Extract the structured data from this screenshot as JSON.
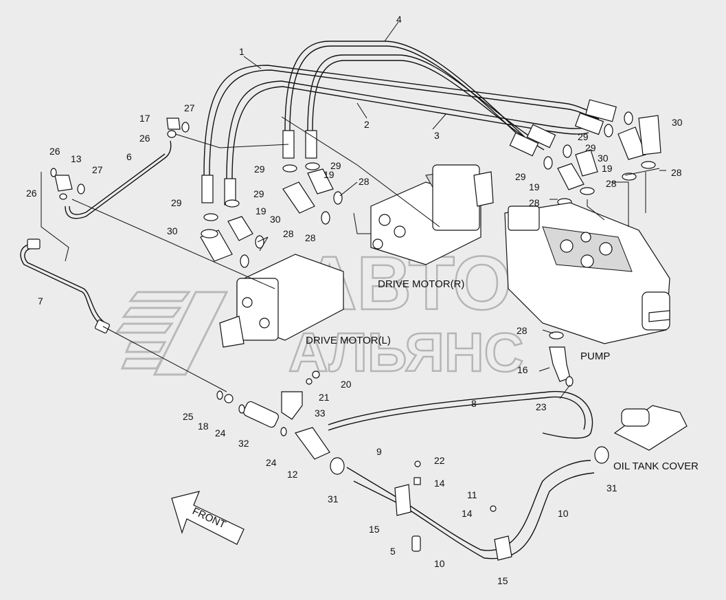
{
  "diagram": {
    "callouts": [
      {
        "id": "c1",
        "text": "1"
      },
      {
        "id": "c2",
        "text": "2"
      },
      {
        "id": "c3",
        "text": "3"
      },
      {
        "id": "c4",
        "text": "4"
      },
      {
        "id": "c5",
        "text": "5"
      },
      {
        "id": "c6",
        "text": "6"
      },
      {
        "id": "c7",
        "text": "7"
      },
      {
        "id": "c8",
        "text": "8"
      },
      {
        "id": "c9",
        "text": "9"
      },
      {
        "id": "c10a",
        "text": "10"
      },
      {
        "id": "c10b",
        "text": "10"
      },
      {
        "id": "c11",
        "text": "11"
      },
      {
        "id": "c12",
        "text": "12"
      },
      {
        "id": "c13",
        "text": "13"
      },
      {
        "id": "c14a",
        "text": "14"
      },
      {
        "id": "c14b",
        "text": "14"
      },
      {
        "id": "c15a",
        "text": "15"
      },
      {
        "id": "c15b",
        "text": "15"
      },
      {
        "id": "c16",
        "text": "16"
      },
      {
        "id": "c17",
        "text": "17"
      },
      {
        "id": "c18",
        "text": "18"
      },
      {
        "id": "c19a",
        "text": "19"
      },
      {
        "id": "c19b",
        "text": "19"
      },
      {
        "id": "c19c",
        "text": "19"
      },
      {
        "id": "c19d",
        "text": "19"
      },
      {
        "id": "c20",
        "text": "20"
      },
      {
        "id": "c21",
        "text": "21"
      },
      {
        "id": "c22",
        "text": "22"
      },
      {
        "id": "c23",
        "text": "23"
      },
      {
        "id": "c24a",
        "text": "24"
      },
      {
        "id": "c24b",
        "text": "24"
      },
      {
        "id": "c25",
        "text": "25"
      },
      {
        "id": "c26a",
        "text": "26"
      },
      {
        "id": "c26b",
        "text": "26"
      },
      {
        "id": "c26c",
        "text": "26"
      },
      {
        "id": "c27a",
        "text": "27"
      },
      {
        "id": "c27b",
        "text": "27"
      },
      {
        "id": "c28a",
        "text": "28"
      },
      {
        "id": "c28b",
        "text": "28"
      },
      {
        "id": "c28c",
        "text": "28"
      },
      {
        "id": "c28d",
        "text": "28"
      },
      {
        "id": "c28e",
        "text": "28"
      },
      {
        "id": "c28f",
        "text": "28"
      },
      {
        "id": "c28g",
        "text": "28"
      },
      {
        "id": "c29a",
        "text": "29"
      },
      {
        "id": "c29b",
        "text": "29"
      },
      {
        "id": "c29c",
        "text": "29"
      },
      {
        "id": "c29d",
        "text": "29"
      },
      {
        "id": "c29e",
        "text": "29"
      },
      {
        "id": "c29f",
        "text": "29"
      },
      {
        "id": "c29g",
        "text": "29"
      },
      {
        "id": "c30a",
        "text": "30"
      },
      {
        "id": "c30b",
        "text": "30"
      },
      {
        "id": "c30c",
        "text": "30"
      },
      {
        "id": "c30d",
        "text": "30"
      },
      {
        "id": "c31a",
        "text": "31"
      },
      {
        "id": "c31b",
        "text": "31"
      },
      {
        "id": "c32",
        "text": "32"
      },
      {
        "id": "c33",
        "text": "33"
      }
    ],
    "labels": {
      "drive_motor_r": "DRIVE MOTOR(R)",
      "drive_motor_l": "DRIVE MOTOR(L)",
      "pump": "PUMP",
      "oil_tank_cover": "OIL TANK COVER",
      "front": "FRONT"
    },
    "watermark": {
      "line1": "АВТО",
      "line2": "АЛЬЯНС"
    }
  }
}
